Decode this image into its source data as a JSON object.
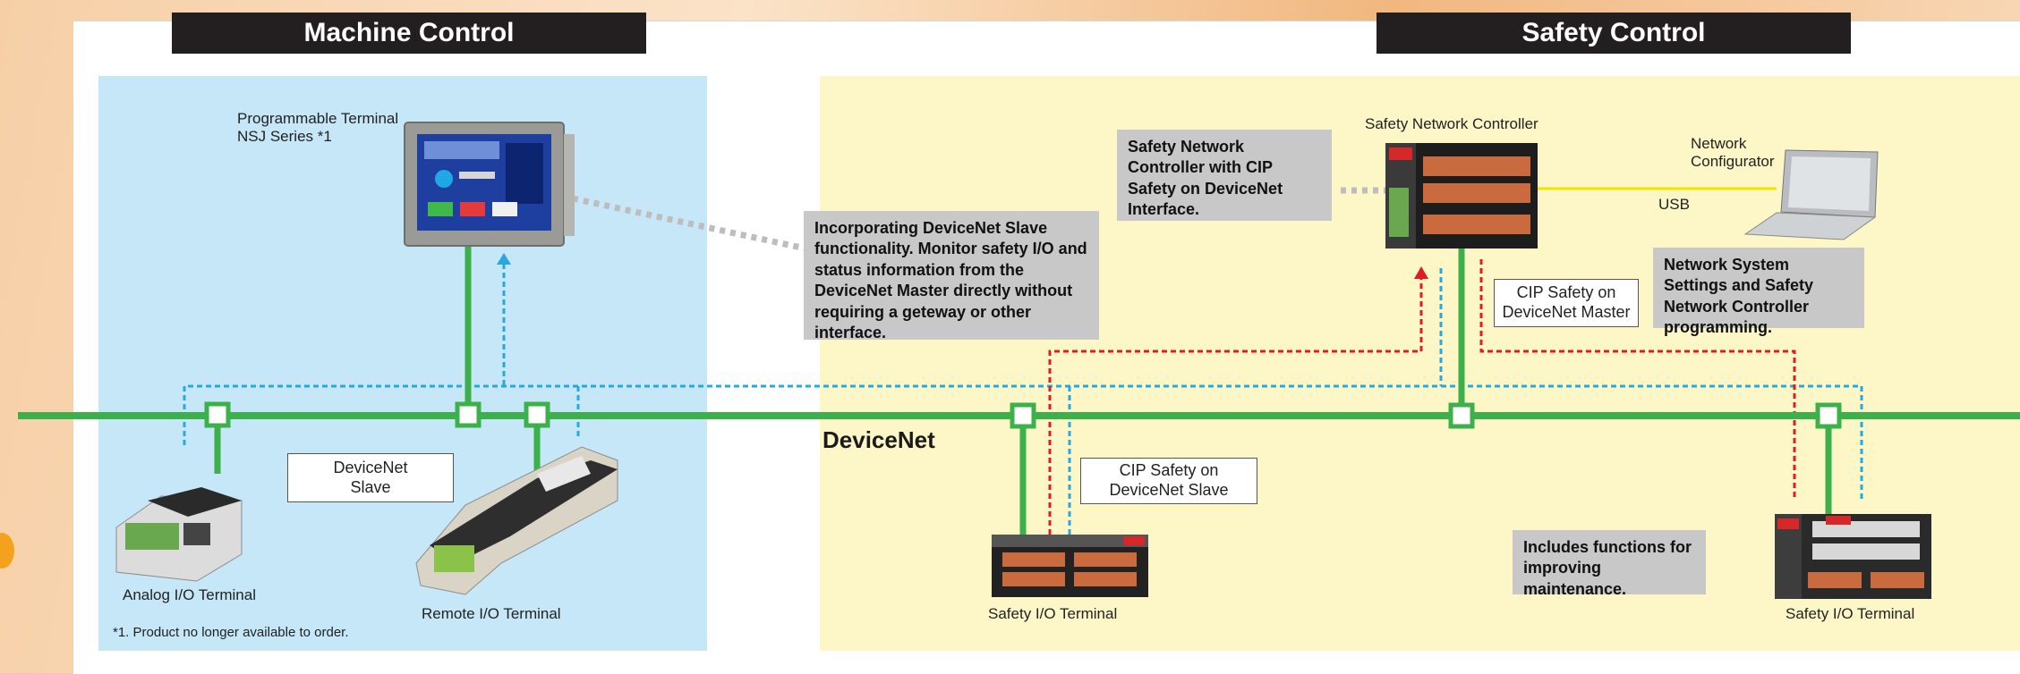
{
  "headers": {
    "machine_control": "Machine Control",
    "safety_control": "Safety Control"
  },
  "labels": {
    "programmable_terminal": "Programmable Terminal\nNSJ Series *1",
    "safety_network_controller": "Safety Network Controller",
    "network_configurator": "Network\nConfigurator",
    "usb": "USB",
    "devicenet": "DeviceNet",
    "analog_io_terminal": "Analog I/O Terminal",
    "remote_io_terminal": "Remote I/O Terminal",
    "safety_io_terminal_left": "Safety I/O Terminal",
    "safety_io_terminal_right": "Safety I/O Terminal",
    "footnote": "*1. Product no longer available to order."
  },
  "boxes": {
    "devicenet_slave": "DeviceNet\nSlave",
    "cip_safety_slave": "CIP Safety on\nDeviceNet Slave",
    "cip_safety_master": "CIP Safety on\nDeviceNet Master"
  },
  "notes": {
    "incorporating": "Incorporating DeviceNet Slave functionality. Monitor safety I/O and status information from the DeviceNet Master directly without requiring a geteway or other interface.",
    "safety_network_controller_note": "Safety Network Controller with CIP Safety on DeviceNet Interface.",
    "network_system_settings": "Network System Settings and Safety Network Controller programming.",
    "includes_functions": "Includes functions for improving maintenance."
  },
  "colors": {
    "network_green": "#3cb04a",
    "blue_dotted": "#29a8e0",
    "red_dotted": "#e21b23",
    "usb_yellow": "#f2e600"
  }
}
